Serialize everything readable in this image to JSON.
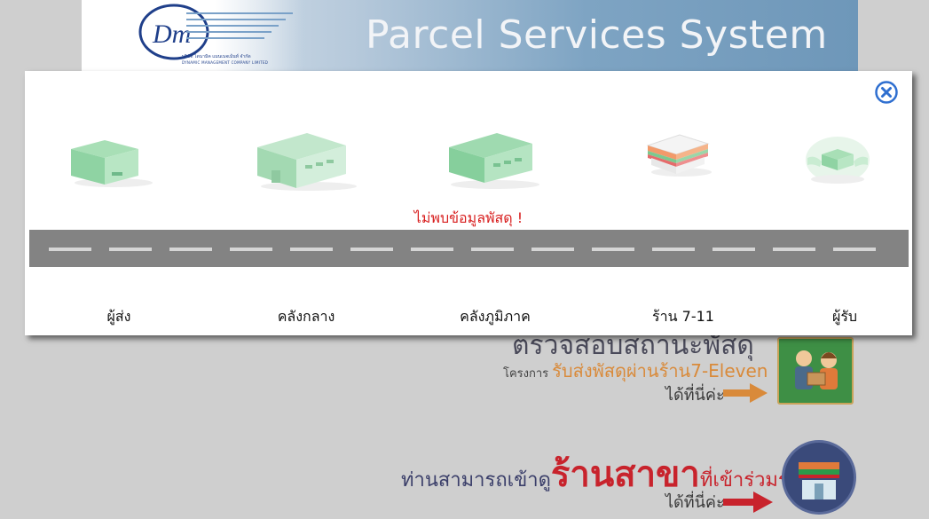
{
  "banner": {
    "title": "Parcel Services System",
    "logo_text": "Dm",
    "logo_caption": "บริษัท ไดนามิค แมนเนจเม้นท์ จำกัด",
    "logo_subcaption": "DYNAMIC MANAGEMENT COMPANY LIMITED"
  },
  "promo1": {
    "big_text": "ตรวจสอบสถานะพัสดุ",
    "line2_prefix": "โครงการ",
    "line2_highlight": "รับส่งพัสดุผ่านร้าน7-Eleven",
    "line3": "ได้ที่นี่ค่ะ"
  },
  "promo2": {
    "prefix": "ท่านสามารถเข้าดู",
    "highlight": "ร้านสาขา",
    "suffix": "ที่เข้าร่วมรายการ",
    "line2": "ได้ที่นี่ค่ะ"
  },
  "modal": {
    "message": "ไม่พบข้อมูลพัสดุ !",
    "stages": [
      {
        "label": "ผู้ส่ง",
        "icon": "parcel-box-icon"
      },
      {
        "label": "คลังกลาง",
        "icon": "central-warehouse-icon"
      },
      {
        "label": "คลังภูมิภาค",
        "icon": "regional-warehouse-icon"
      },
      {
        "label": "ร้าน 7-11",
        "icon": "seven-eleven-store-icon"
      },
      {
        "label": "ผู้รับ",
        "icon": "receiver-hands-icon"
      }
    ]
  },
  "colors": {
    "accent_green": "#8fd3a3",
    "error_red": "#d81e1e",
    "close_blue": "#2f6fd0",
    "road_gray": "#838383"
  }
}
